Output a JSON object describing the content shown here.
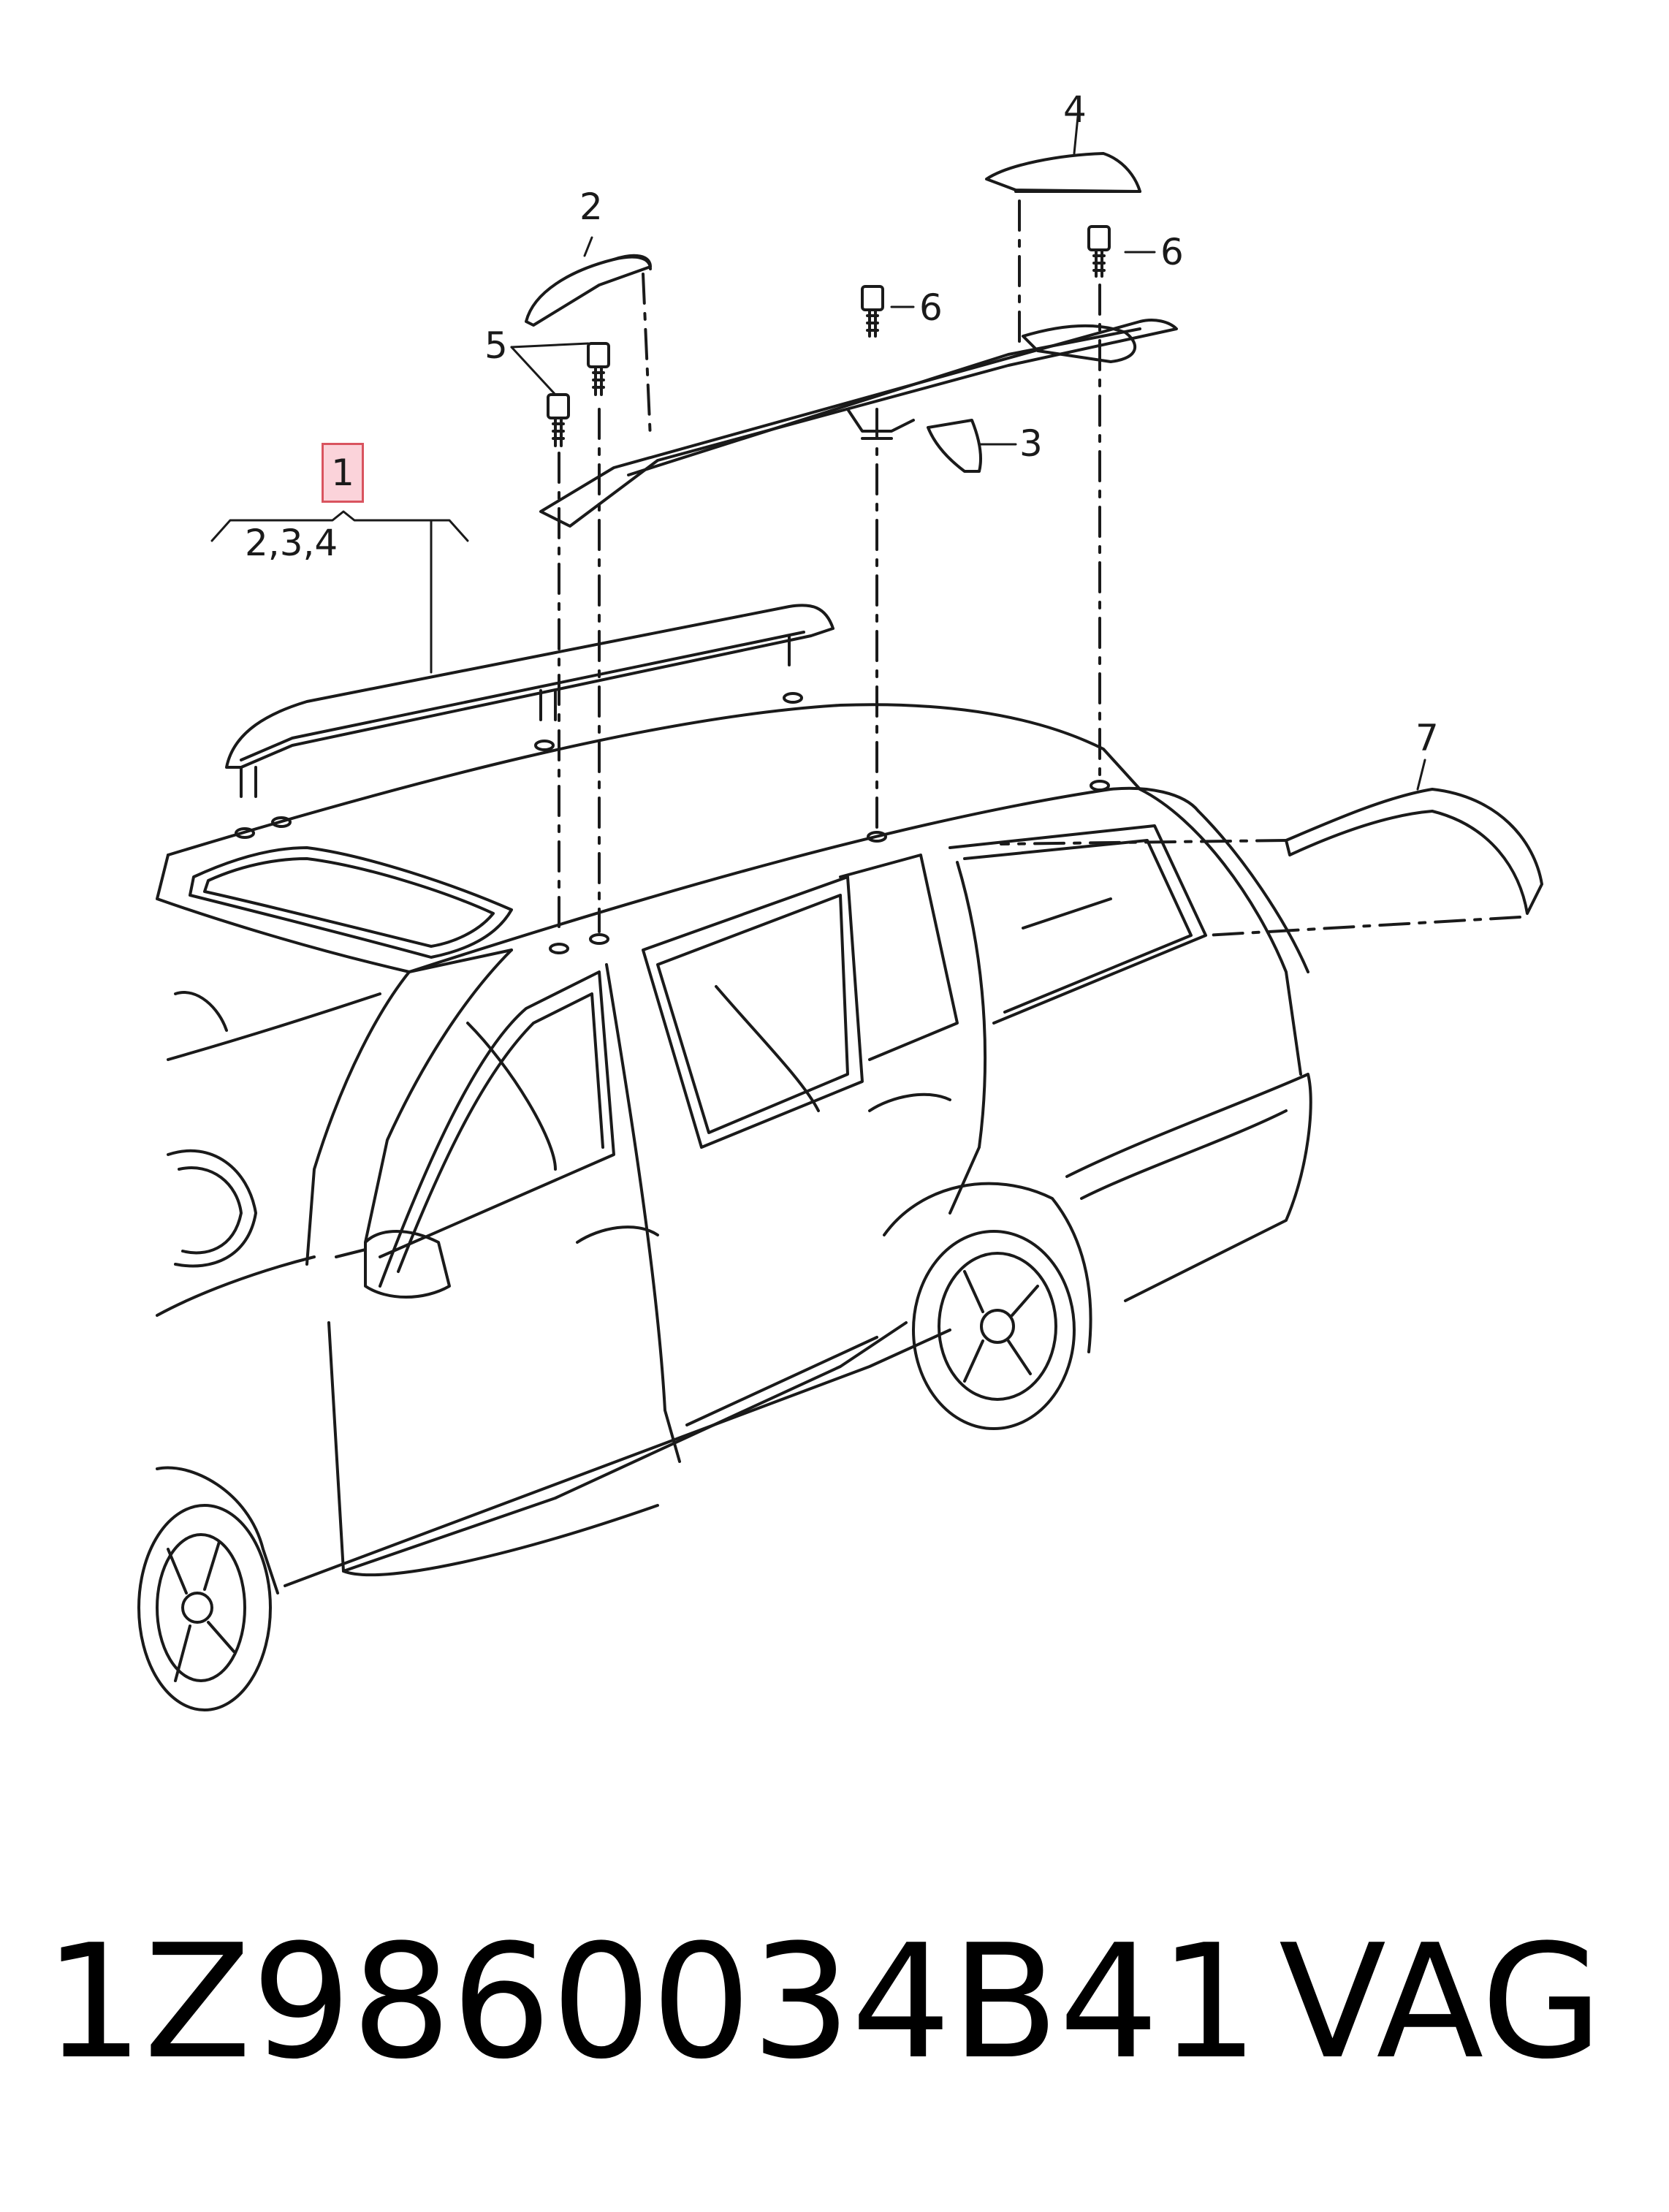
{
  "diagram": {
    "callout_main": "1",
    "callout_group": "2,3,4",
    "callouts": [
      {
        "id": "c2",
        "text": "2"
      },
      {
        "id": "c3",
        "text": "3"
      },
      {
        "id": "c4",
        "text": "4"
      },
      {
        "id": "c5",
        "text": "5"
      },
      {
        "id": "c6a",
        "text": "6"
      },
      {
        "id": "c6b",
        "text": "6"
      },
      {
        "id": "c7",
        "text": "7"
      }
    ],
    "highlight_color": "#fbd3da",
    "highlight_border": "#d9545f"
  },
  "footer": {
    "part_number": "1Z9860034B41",
    "brand": "VAG"
  }
}
